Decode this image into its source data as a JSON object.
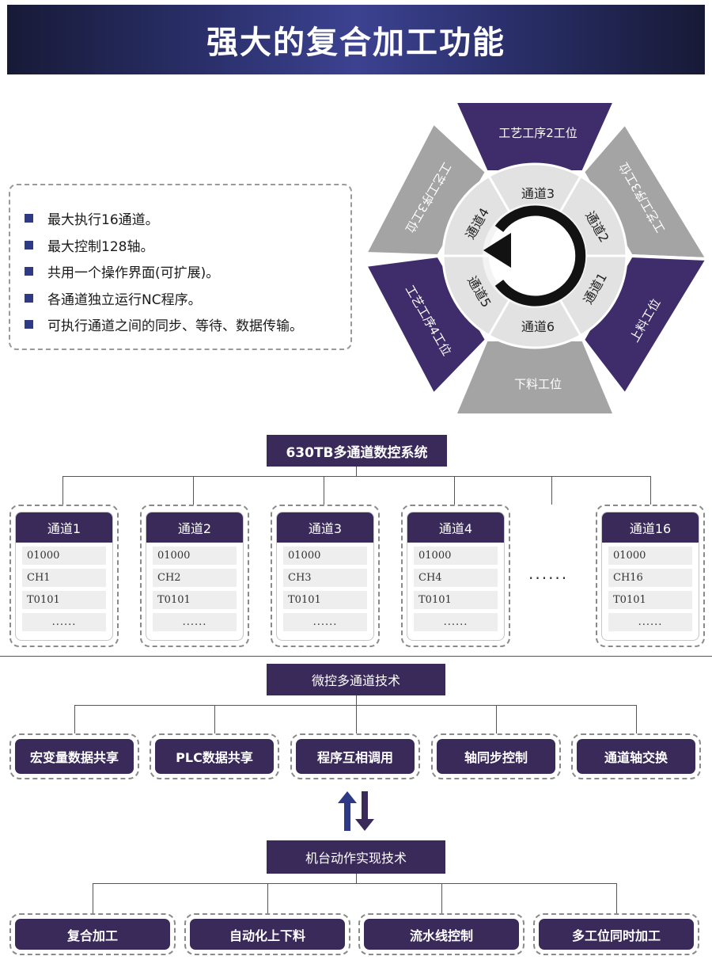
{
  "title": "强大的复合加工功能",
  "features": [
    "最大执行16通道。",
    "最大控制128轴。",
    "共用一个操作界面(可扩展)。",
    "各通道独立运行NC程序。",
    "可执行通道之间的同步、等待、数据传输。"
  ],
  "wheel": {
    "stations": [
      "工艺工序2工位",
      "工艺工序3工位",
      "上料工位",
      "下料工位",
      "工艺工序4工位",
      "工艺工序3工位"
    ],
    "channels": [
      "通道3",
      "通道2",
      "通道1",
      "通道6",
      "通道5",
      "通道4"
    ]
  },
  "system": {
    "title": "630TB多通道数控系统",
    "ellipsis": "......",
    "channels": [
      {
        "name": "通道1",
        "rows": [
          "01000",
          "CH1",
          "T0101",
          "......"
        ]
      },
      {
        "name": "通道2",
        "rows": [
          "01000",
          "CH2",
          "T0101",
          "......"
        ]
      },
      {
        "name": "通道3",
        "rows": [
          "01000",
          "CH3",
          "T0101",
          "......"
        ]
      },
      {
        "name": "通道4",
        "rows": [
          "01000",
          "CH4",
          "T0101",
          "......"
        ]
      },
      {
        "name": "通道16",
        "rows": [
          "01000",
          "CH16",
          "T0101",
          "......"
        ]
      }
    ]
  },
  "micro": {
    "title": "微控多通道技术",
    "items": [
      "宏变量数据共享",
      "PLC数据共享",
      "程序互相调用",
      "轴同步控制",
      "通道轴交换"
    ]
  },
  "machine": {
    "title": "机台动作实现技术",
    "items": [
      "复合加工",
      "自动化上下料",
      "流水线控制",
      "多工位同时加工"
    ]
  },
  "colors": {
    "purple": "#3a2a5a",
    "petal_purple": "#3e2d6a",
    "petal_gray": "#a4a4a4",
    "ring": "#e2e2e2",
    "banner": "#2a2f6a",
    "arrow_up": "#2e3a86",
    "arrow_down": "#3a2a5a"
  },
  "icons": [
    "square-bullet-icon",
    "cycle-arrow-icon",
    "up-down-arrows-icon"
  ]
}
